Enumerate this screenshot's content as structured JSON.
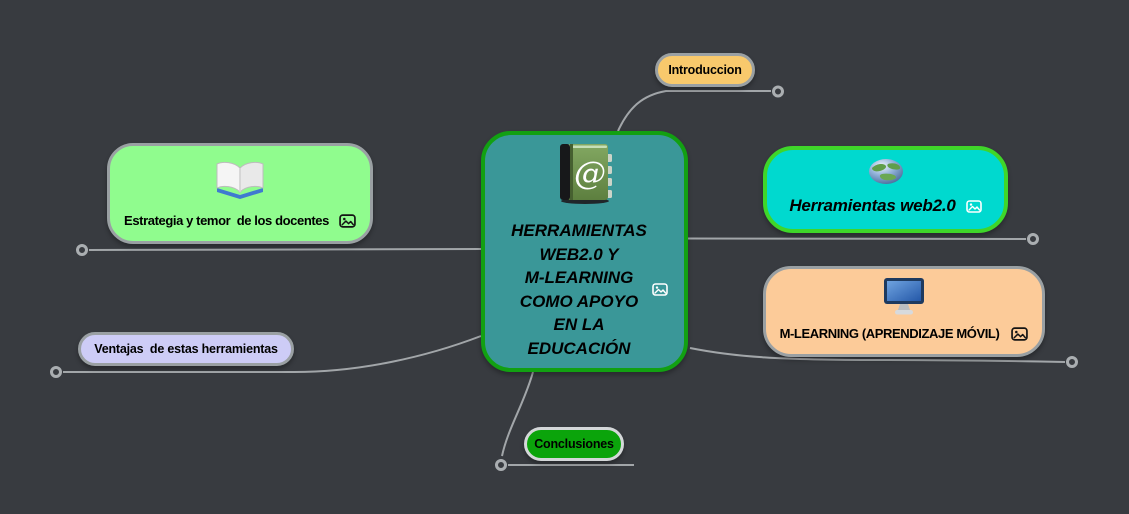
{
  "canvas": {
    "background": "#383b40",
    "connector_color": "#a2a6a9",
    "endpoint_color": "#aaaeb1"
  },
  "central_node": {
    "label": "HERRAMIENTAS\nWEB2.0 Y\nM-LEARNING\nCOMO APOYO\nEN LA\nEDUCACIÓN",
    "icon": "address-book-icon",
    "attachment_icon": "image-attachment-icon",
    "fill": "#3a9798",
    "border_color": "#12a012",
    "text_color": "#000000"
  },
  "branches": {
    "introduccion": {
      "label": "Introduccion",
      "fill": "#f8c96c",
      "border_color": "#9aa0a3"
    },
    "herramientas_web20": {
      "label": "Herramientas web2.0",
      "icon": "globe-icon",
      "attachment_icon": "image-attachment-icon",
      "fill": "#00d9cf",
      "border_color": "#3fd62a"
    },
    "m_learning": {
      "label": "M-LEARNING (APRENDIZAJE MÓVIL)",
      "icon": "monitor-icon",
      "attachment_icon": "image-attachment-icon",
      "fill": "#fccb99",
      "border_color": "#9aa0a3"
    },
    "estrategia": {
      "label": "Estrategia y temor  de los docentes",
      "icon": "open-book-icon",
      "attachment_icon": "image-attachment-icon",
      "fill": "#90fc8e",
      "border_color": "#9aa0a3"
    },
    "ventajas": {
      "label": "Ventajas  de estas herramientas",
      "fill": "#cdccf6",
      "border_color": "#9aa0a3"
    },
    "conclusiones": {
      "label": "Conclusiones",
      "fill": "#0ba40b",
      "border_color": "#d4d7d9"
    }
  }
}
